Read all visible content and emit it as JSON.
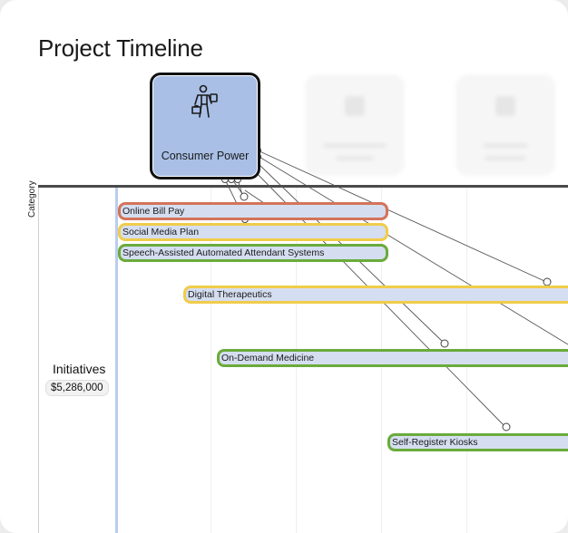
{
  "page": {
    "title": "Project Timeline"
  },
  "hub": {
    "label": "Consumer Power",
    "icon": "shopper-icon"
  },
  "axis": {
    "category_label": "Category"
  },
  "group": {
    "label": "Initiatives",
    "value": "$5,286,000"
  },
  "initiatives": [
    {
      "label": "Online Bill Pay",
      "status_color": "#d4735a"
    },
    {
      "label": "Social Media Plan",
      "status_color": "#f0cc4a"
    },
    {
      "label": "Speech-Assisted Automated Attendant Systems",
      "status_color": "#6aab3b"
    },
    {
      "label": "Digital Therapeutics",
      "status_color": "#f0cc4a"
    },
    {
      "label": "On-Demand Medicine",
      "status_color": "#6aab3b"
    },
    {
      "label": "Self-Register Kiosks",
      "status_color": "#6aab3b"
    }
  ]
}
